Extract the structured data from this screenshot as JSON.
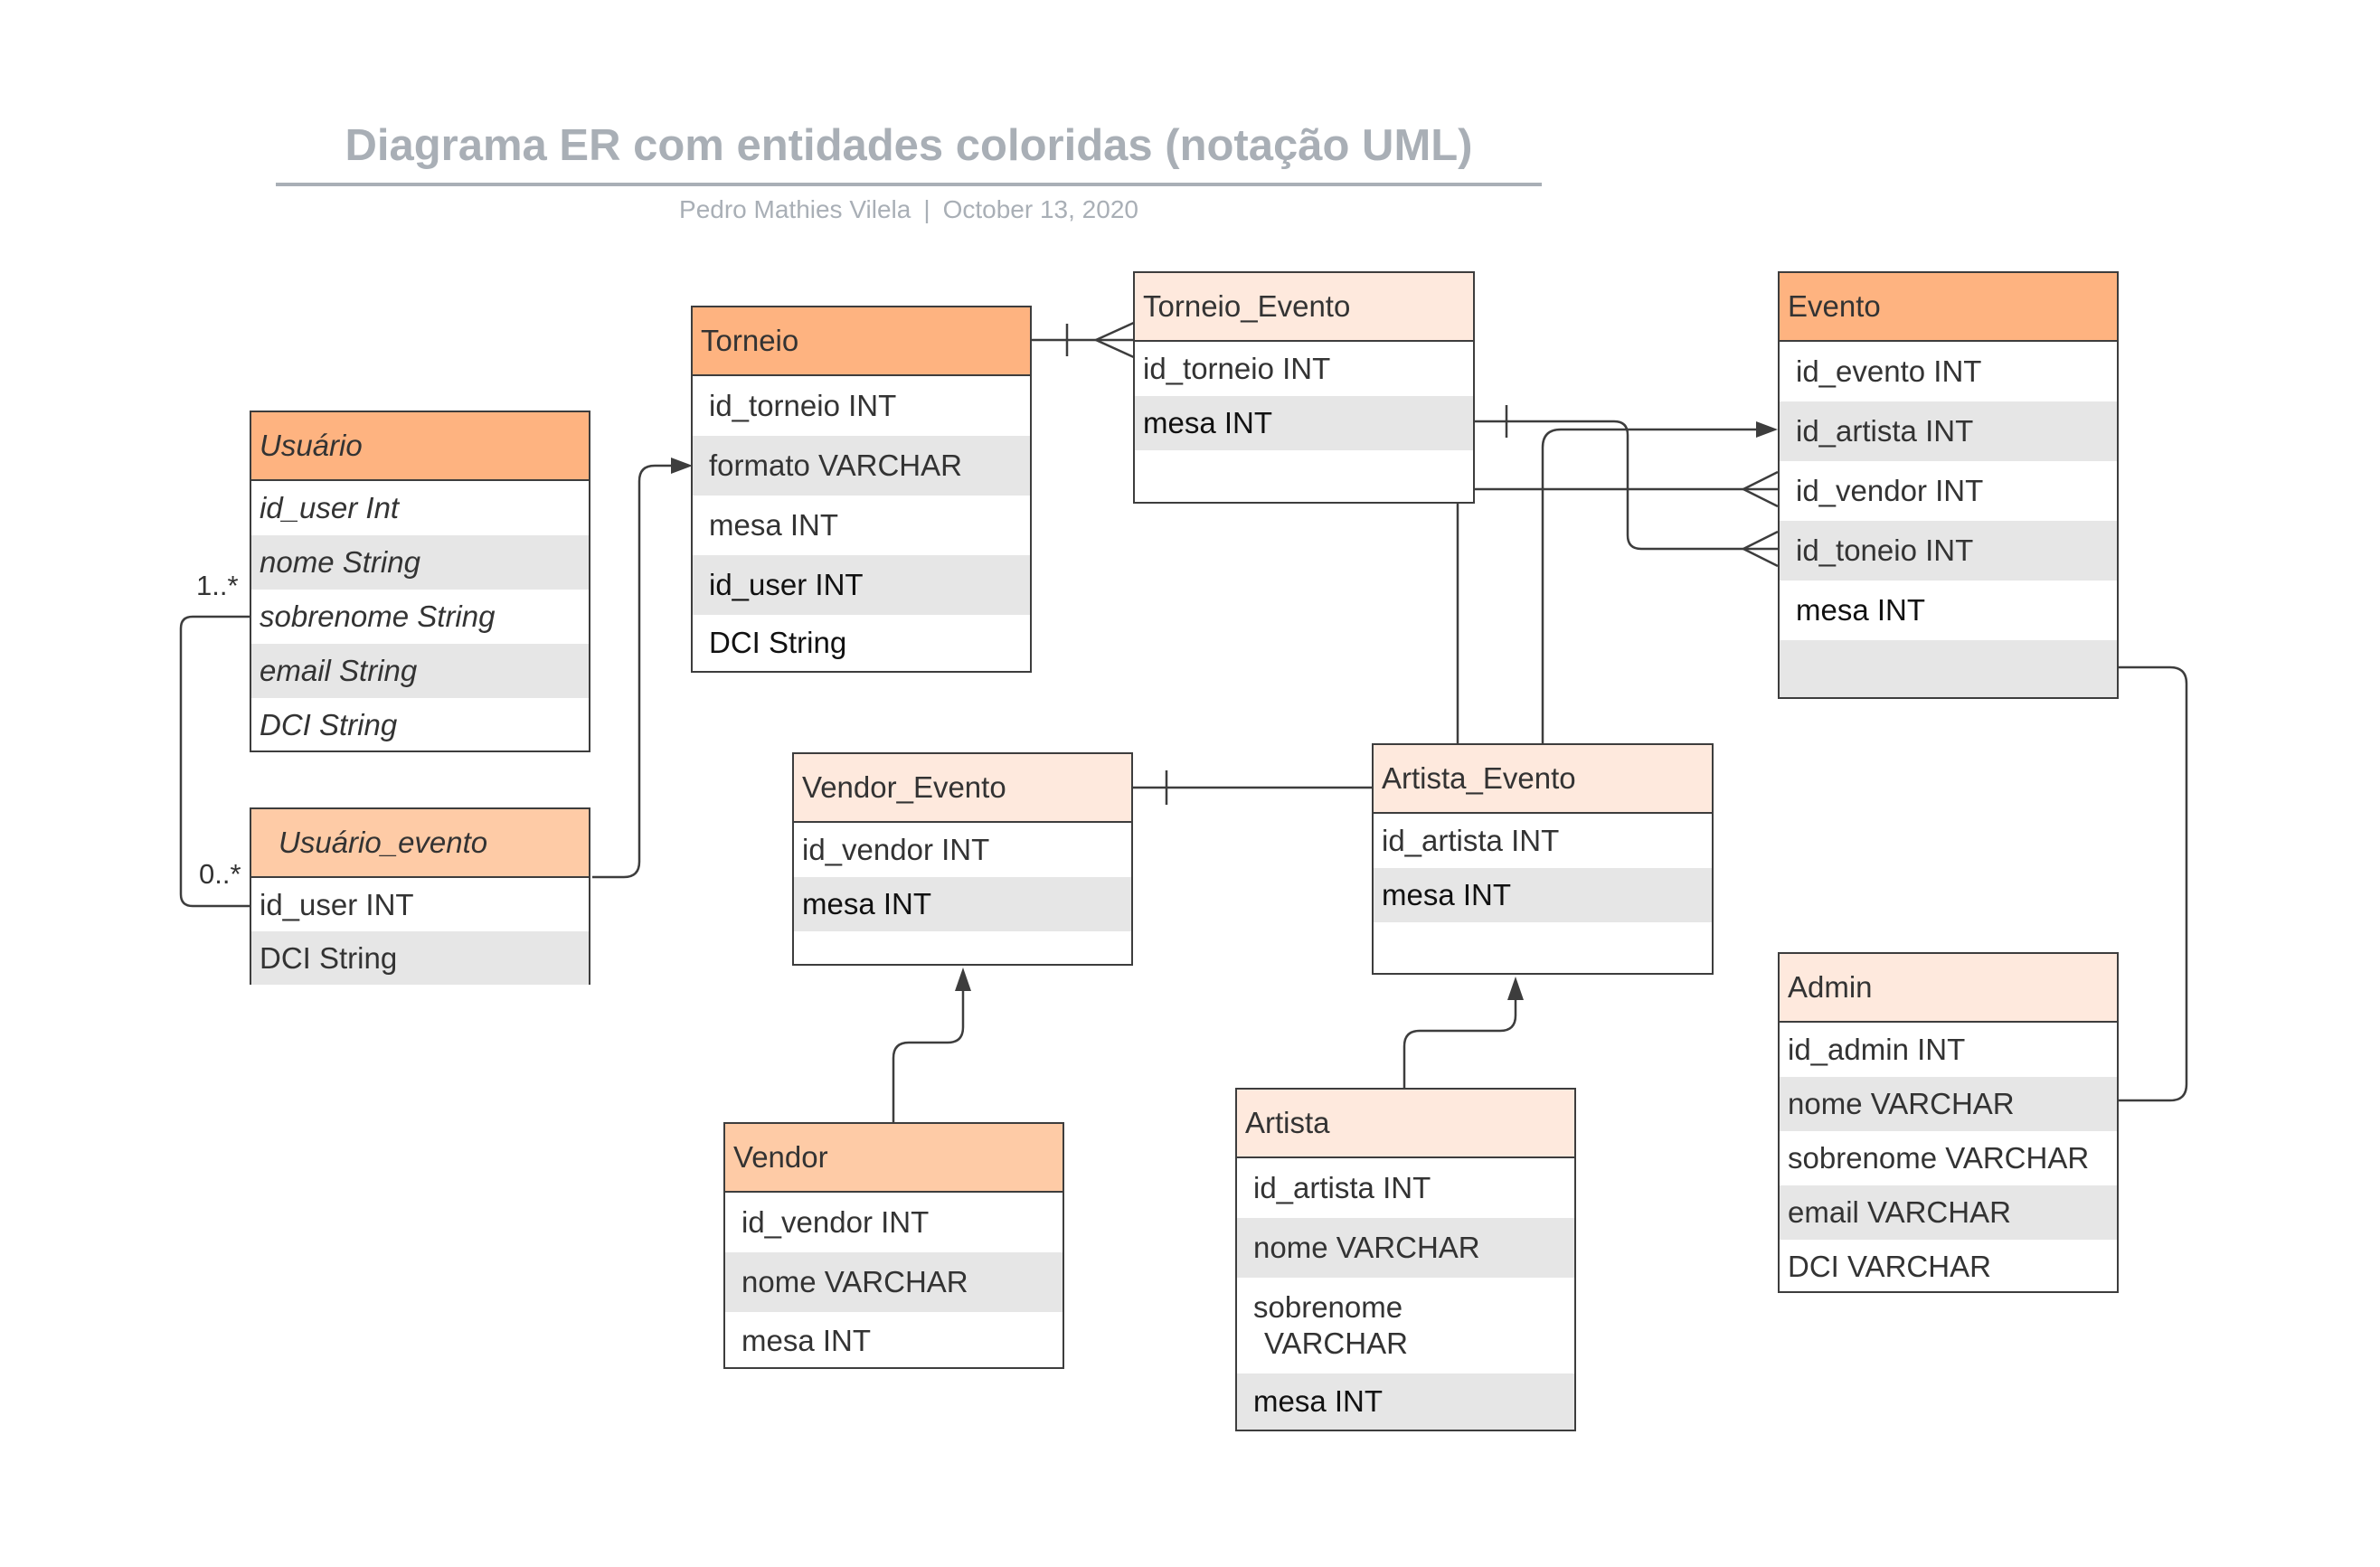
{
  "header": {
    "title": "Diagrama ER com entidades coloridas (notação UML)",
    "author": "Pedro Mathies Vilela",
    "separator": "|",
    "date": "October 13, 2020"
  },
  "colors": {
    "header_dark": "#feb380",
    "header_mid": "#fecba6",
    "header_light": "#fee9dd",
    "row_alt": "#e6e6e6",
    "line": "#3d3d3d",
    "title": "#a9afb6"
  },
  "entities": {
    "usuario": {
      "name": "Usuário",
      "fields": [
        "id_user Int",
        "nome String",
        "sobrenome String",
        "email String",
        "DCI String"
      ]
    },
    "usuario_evento": {
      "name": "Usuário_evento",
      "fields": [
        "id_user INT",
        "DCI String"
      ]
    },
    "torneio": {
      "name": "Torneio",
      "fields": [
        "id_torneio INT",
        "formato VARCHAR",
        "mesa INT",
        "id_user INT",
        "DCI String"
      ]
    },
    "torneio_evento": {
      "name": "Torneio_Evento",
      "fields": [
        "id_torneio INT",
        "mesa INT",
        ""
      ]
    },
    "evento": {
      "name": "Evento",
      "fields": [
        "id_evento INT",
        "id_artista INT",
        "id_vendor INT",
        "id_toneio INT",
        "mesa INT",
        ""
      ]
    },
    "vendor_evento": {
      "name": "Vendor_Evento",
      "fields": [
        "id_vendor INT",
        "mesa INT",
        ""
      ]
    },
    "artista_evento": {
      "name": "Artista_Evento",
      "fields": [
        "id_artista INT",
        "mesa INT",
        ""
      ]
    },
    "vendor": {
      "name": "Vendor",
      "fields": [
        "id_vendor INT",
        "nome VARCHAR",
        "mesa INT"
      ]
    },
    "artista": {
      "name": "Artista",
      "fields": [
        "id_artista INT",
        "nome VARCHAR",
        "sobrenome",
        "VARCHAR",
        "mesa INT"
      ]
    },
    "admin": {
      "name": "Admin",
      "fields": [
        "id_admin INT",
        "nome VARCHAR",
        "sobrenome VARCHAR",
        "email VARCHAR",
        "DCI VARCHAR"
      ]
    }
  },
  "multiplicities": {
    "usuario_side": "1..*",
    "usuario_evento_side": "0..*"
  }
}
